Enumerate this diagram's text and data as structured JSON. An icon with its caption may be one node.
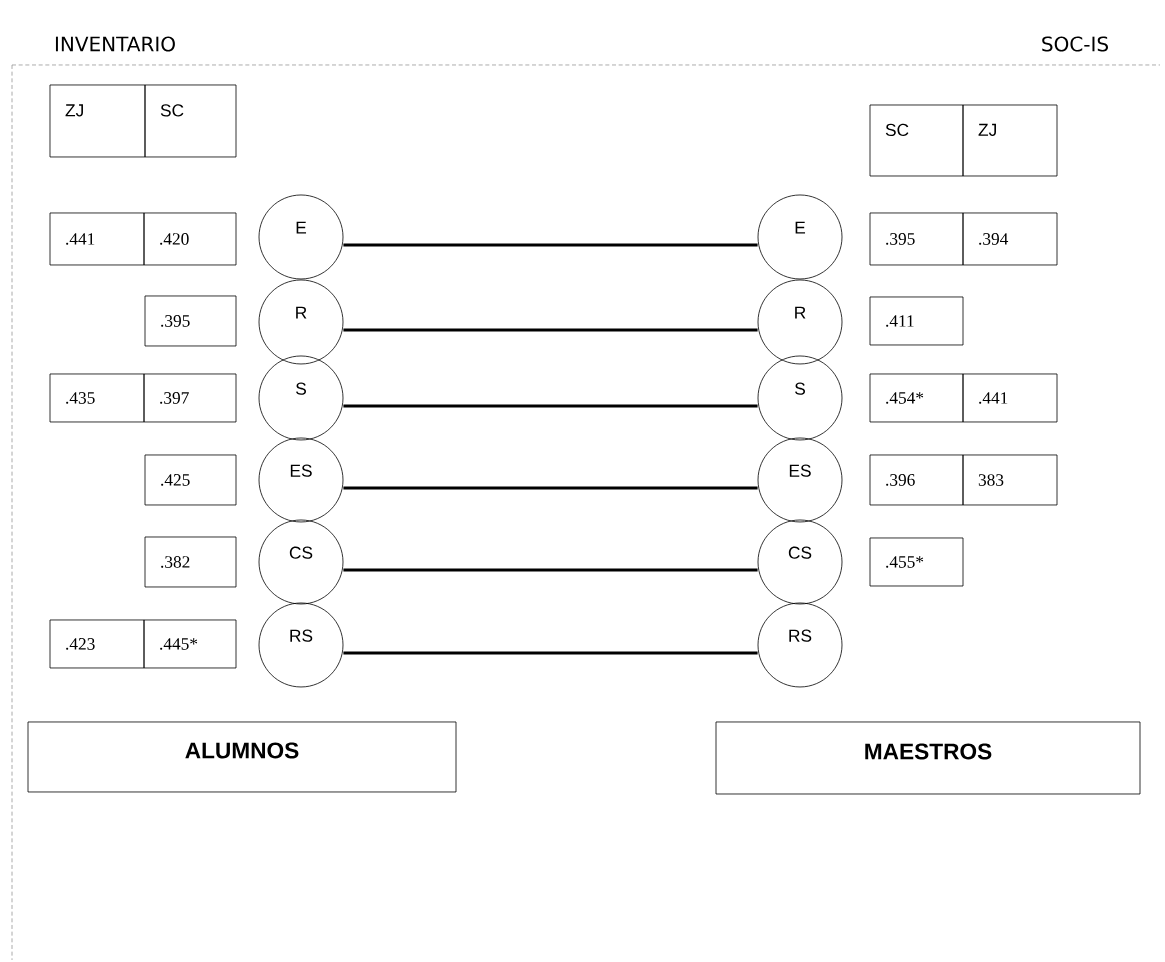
{
  "diagram": {
    "nodes": [
      {
        "text": [
          "ZJ"
        ]
      },
      {
        "text": [
          "SC"
        ]
      },
      {
        "text": [
          "SC"
        ]
      },
      {
        "text": [
          "ZJ"
        ]
      },
      {
        "text": [
          ".441"
        ]
      },
      {
        "text": [
          ".420"
        ]
      },
      {
        "text": [
          "E"
        ]
      },
      {
        "text": [
          "E"
        ]
      },
      {
        "text": [
          ".395"
        ]
      },
      {
        "text": [
          ".394"
        ]
      },
      {
        "text": [
          ".395"
        ]
      },
      {
        "text": [
          "R"
        ]
      },
      {
        "text": [
          "R"
        ]
      },
      {
        "text": [
          ".411"
        ]
      },
      {
        "text": [
          ".435"
        ]
      },
      {
        "text": [
          ".397"
        ]
      },
      {
        "text": [
          "S"
        ]
      },
      {
        "text": [
          "S"
        ]
      },
      {
        "text": [
          ".454*"
        ]
      },
      {
        "text": [
          ".441"
        ]
      },
      {
        "text": [
          ".425"
        ]
      },
      {
        "text": [
          "ES"
        ]
      },
      {
        "text": [
          "ES"
        ]
      },
      {
        "text": [
          ".396"
        ]
      },
      {
        "text": [
          "383"
        ]
      },
      {
        "text": [
          ".382"
        ]
      },
      {
        "text": [
          "CS"
        ]
      },
      {
        "text": [
          "CS"
        ]
      },
      {
        "text": [
          ".455*"
        ]
      },
      {
        "text": [
          ".423"
        ]
      },
      {
        "text": [
          ".445*"
        ]
      },
      {
        "text": [
          "RS"
        ]
      },
      {
        "text": [
          "RS"
        ]
      },
      {
        "text": [
          "ALUMNOS"
        ]
      },
      {
        "text": [
          "MAESTROS"
        ]
      }
    ],
    "edges": [
      {
        "from": 6,
        "to": 7,
        "arrow": "none"
      },
      {
        "from": 11,
        "to": 12,
        "arrow": "none"
      },
      {
        "from": 16,
        "to": 17,
        "arrow": "none"
      },
      {
        "from": 21,
        "to": 22,
        "arrow": "none"
      },
      {
        "from": 26,
        "to": 27,
        "arrow": "none"
      },
      {
        "from": 31,
        "to": 32,
        "arrow": "none"
      }
    ],
    "labels": [
      "INVENTARIO",
      "SOC-IS"
    ]
  }
}
